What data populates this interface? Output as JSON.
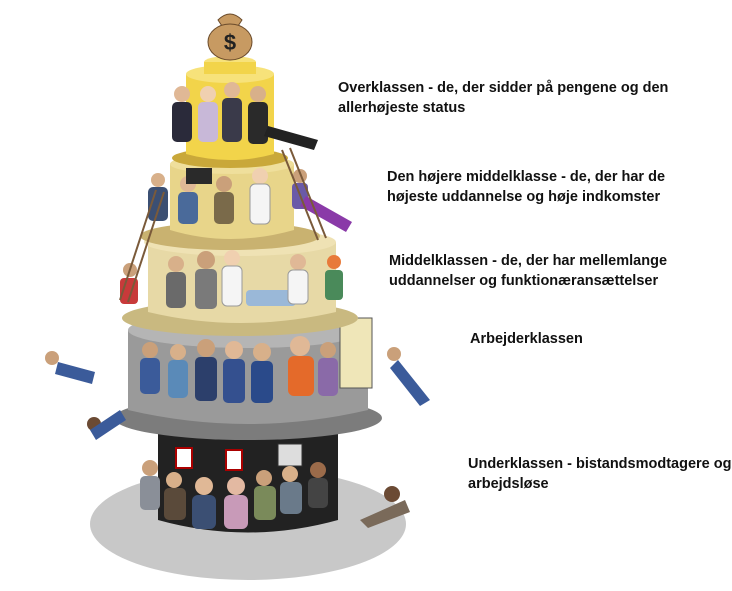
{
  "labels": {
    "upper_class": "Overklassen - de, der sidder på pengene og den allerhøjeste status",
    "upper_middle_class": "Den højere middelklasse - de, der har de højeste uddannelse og høje indkomster",
    "middle_class": "Middelklassen - de, der har mellemlange uddannelser og funktionæransættelser",
    "working_class": "Arbejderklassen",
    "under_class": "Underklassen - bistandsmodtagere og arbejdsløse"
  },
  "money_bag_symbol": "$",
  "colors": {
    "ground_shadow": "#c8c8c8",
    "base_pillar": "#222222",
    "working_tier": "#9a9a9a",
    "middle_tier": "#e7d9a6",
    "upper_middle_tier": "#e8d58a",
    "top_tier": "#f2d44a",
    "money_bag": "#c79a62"
  }
}
